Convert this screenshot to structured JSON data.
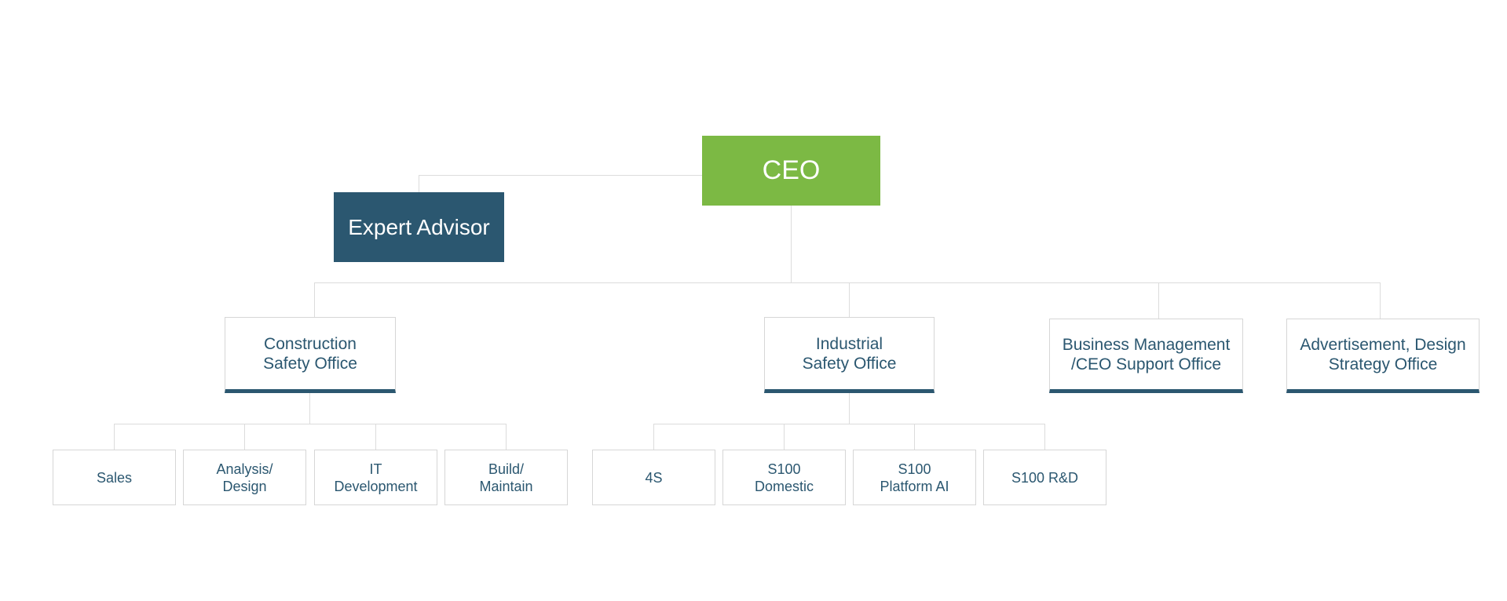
{
  "org_chart": {
    "ceo": {
      "label": "CEO",
      "color": "#7cb944"
    },
    "advisor": {
      "label": "Expert Advisor",
      "color": "#2b5770"
    },
    "offices": [
      {
        "label": "Construction\nSafety Office",
        "teams": [
          "Sales",
          "Analysis/\nDesign",
          "IT\nDevelopment",
          "Build/\nMaintain"
        ]
      },
      {
        "label": "Industrial\nSafety Office",
        "teams": [
          "4S",
          "S100\nDomestic",
          "S100\nPlatform AI",
          "S100 R&D"
        ]
      },
      {
        "label": "Business Management\n/CEO Support Office",
        "teams": []
      },
      {
        "label": "Advertisement, Design\nStrategy Office",
        "teams": []
      }
    ],
    "accent_color": "#2b5770",
    "connector_color": "#dcdcdc"
  }
}
